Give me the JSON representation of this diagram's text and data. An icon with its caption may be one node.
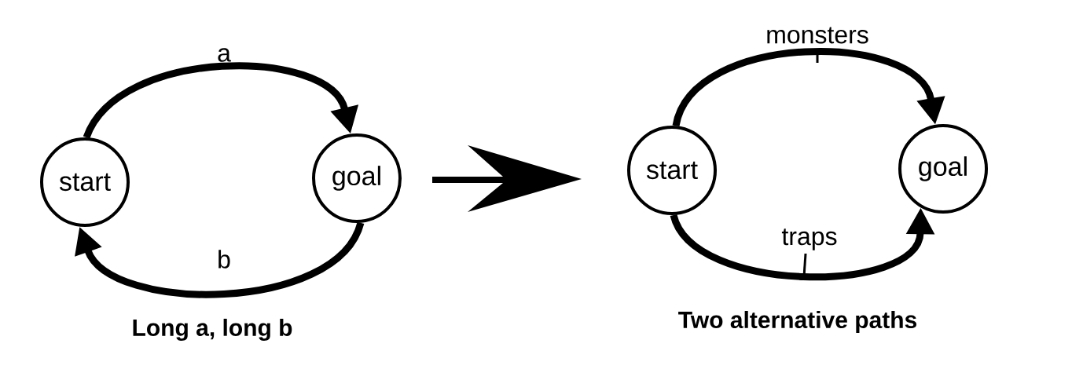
{
  "diagram": {
    "nodes": [
      {
        "text": [
          "start"
        ]
      },
      {
        "text": [
          "goal"
        ]
      },
      {
        "text": [
          "start"
        ]
      },
      {
        "text": [
          "goal"
        ]
      }
    ],
    "edges": [
      {
        "from": 0,
        "to": 1,
        "arrow": "to",
        "label": "a"
      },
      {
        "from": 1,
        "to": 0,
        "arrow": "to",
        "label": "b"
      },
      {
        "from": 2,
        "to": 3,
        "arrow": "to",
        "label": "monsters"
      },
      {
        "from": 2,
        "to": 3,
        "arrow": "to",
        "label": "traps"
      }
    ],
    "labels": [
      "Long a, long b",
      "Two alternative paths"
    ]
  }
}
